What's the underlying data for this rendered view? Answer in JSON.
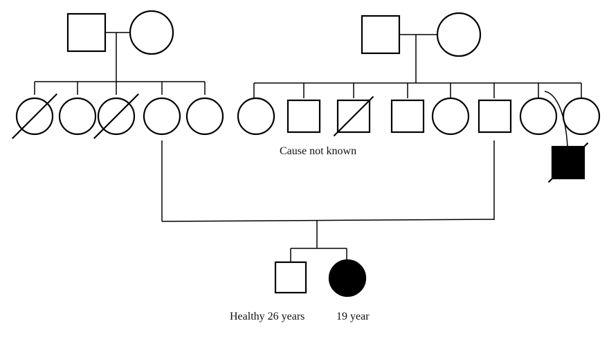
{
  "pedigree": {
    "labels": {
      "cause_note": "Cause not known",
      "son_note": "Healthy 26 years",
      "daughter_note": "19 year"
    },
    "left_grandparents": [
      {
        "sex": "male",
        "affected": false,
        "deceased": false
      },
      {
        "sex": "female",
        "affected": false,
        "deceased": false
      }
    ],
    "right_grandparents": [
      {
        "sex": "male",
        "affected": false,
        "deceased": false
      },
      {
        "sex": "female",
        "affected": false,
        "deceased": false
      }
    ],
    "left_siblings": [
      {
        "sex": "female",
        "affected": false,
        "deceased": true
      },
      {
        "sex": "female",
        "affected": false,
        "deceased": false
      },
      {
        "sex": "female",
        "affected": false,
        "deceased": true
      },
      {
        "sex": "female",
        "affected": false,
        "deceased": false,
        "parent_of_proband": true
      },
      {
        "sex": "female",
        "affected": false,
        "deceased": false
      }
    ],
    "right_siblings": [
      {
        "sex": "female",
        "affected": false,
        "deceased": false
      },
      {
        "sex": "male",
        "affected": false,
        "deceased": false
      },
      {
        "sex": "male",
        "affected": false,
        "deceased": true
      },
      {
        "sex": "male",
        "affected": false,
        "deceased": false
      },
      {
        "sex": "female",
        "affected": false,
        "deceased": false
      },
      {
        "sex": "male",
        "affected": false,
        "deceased": false,
        "parent_of_proband": true
      },
      {
        "sex": "female",
        "affected": false,
        "deceased": false
      },
      {
        "sex": "female",
        "affected": false,
        "deceased": false,
        "has_child": true
      }
    ],
    "cousin": {
      "sex": "male",
      "affected": true,
      "deceased": true
    },
    "children": [
      {
        "sex": "male",
        "affected": false,
        "deceased": false
      },
      {
        "sex": "female",
        "affected": true,
        "deceased": false
      }
    ]
  }
}
